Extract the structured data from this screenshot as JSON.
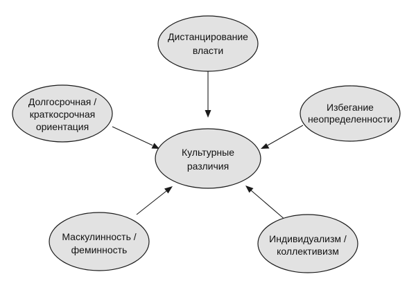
{
  "diagram": {
    "center": {
      "lines": [
        "Культурные",
        "различия"
      ]
    },
    "nodes": [
      {
        "id": "power-distance",
        "lines": [
          "Дистанцирование",
          "власти"
        ]
      },
      {
        "id": "uncertainty-avoidance",
        "lines": [
          "Избегание",
          "неопределенности"
        ]
      },
      {
        "id": "individualism-collectivism",
        "lines": [
          "Индивидуализм /",
          "коллективизм"
        ]
      },
      {
        "id": "masculinity-femininity",
        "lines": [
          "Маскулинность /",
          "феминность"
        ]
      },
      {
        "id": "long-short-term-orientation",
        "lines": [
          "Долгосрочная /",
          "краткосрочная",
          "ориентация"
        ]
      }
    ],
    "colors": {
      "node_fill": "#e2e2e2",
      "stroke": "#1a1a1a",
      "text": "#111111"
    }
  }
}
